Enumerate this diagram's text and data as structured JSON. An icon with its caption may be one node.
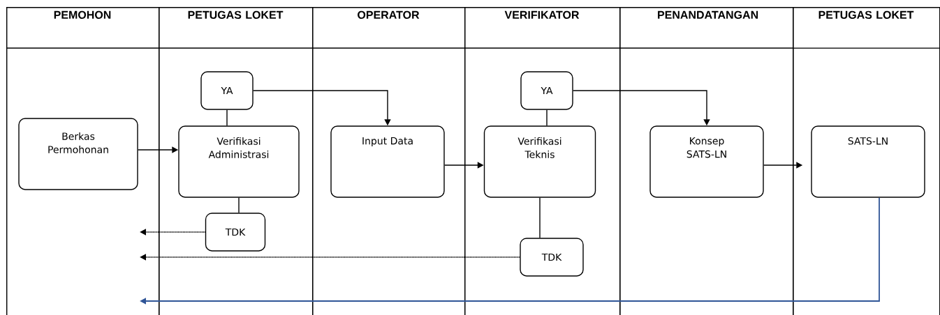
{
  "diagram": {
    "nodes": [
      {
        "text": [
          "PEMOHON"
        ]
      },
      {
        "text": [
          "PETUGAS LOKET"
        ]
      },
      {
        "text": [
          "OPERATOR"
        ]
      },
      {
        "text": [
          "VERIFIKATOR"
        ]
      },
      {
        "text": [
          "PENANDATANGAN"
        ]
      },
      {
        "text": [
          "PETUGAS LOKET"
        ]
      },
      {
        "text": [
          "Berkas Permohonan"
        ],
        "in": 0
      },
      {
        "text": [
          "YA"
        ],
        "in": 1
      },
      {
        "text": [
          "Verifikasi Administrasi"
        ],
        "in": 1
      },
      {
        "text": [
          "TDK"
        ],
        "in": 1
      },
      {
        "text": [
          "Input Data"
        ],
        "in": 2
      },
      {
        "text": [
          "YA"
        ],
        "in": 3
      },
      {
        "text": [
          "Verifikasi Teknis"
        ],
        "in": 3
      },
      {
        "text": [
          "TDK"
        ],
        "in": 3
      },
      {
        "text": [
          "Konsep SATS-LN"
        ],
        "in": 4
      },
      {
        "text": [
          "SATS-LN"
        ],
        "in": 5
      }
    ],
    "edges": [
      {
        "from": 6,
        "to": 8,
        "arrow": "to"
      },
      {
        "from": 7,
        "to": 8,
        "arrow": "none"
      },
      {
        "from": 7,
        "to": 10,
        "arrow": "to"
      },
      {
        "from": 8,
        "to": 9,
        "arrow": "none"
      },
      {
        "from": 9,
        "to": null,
        "arrow": "to",
        "style": "dashed"
      },
      {
        "from": 10,
        "to": 12,
        "arrow": "to"
      },
      {
        "from": 11,
        "to": 12,
        "arrow": "none"
      },
      {
        "from": 11,
        "to": 14,
        "arrow": "to"
      },
      {
        "from": 12,
        "to": 13,
        "arrow": "none"
      },
      {
        "from": 13,
        "to": null,
        "arrow": "to",
        "style": "dashed"
      },
      {
        "from": 14,
        "to": 15,
        "arrow": "to"
      },
      {
        "from": 15,
        "to": null,
        "arrow": "to",
        "color": "#2f5597"
      }
    ]
  }
}
